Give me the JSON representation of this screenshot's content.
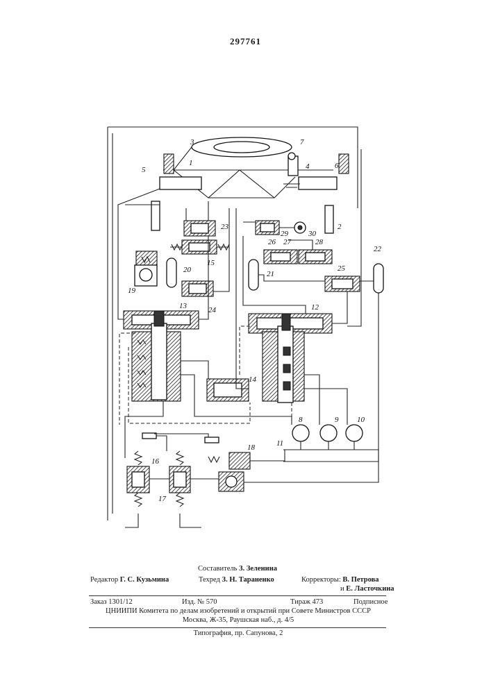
{
  "patent_number": "297761",
  "labels": [
    "1",
    "2",
    "3",
    "4",
    "5",
    "6",
    "7",
    "8",
    "9",
    "10",
    "11",
    "12",
    "13",
    "14",
    "15",
    "16",
    "17",
    "18",
    "19",
    "20",
    "21",
    "22",
    "23",
    "24",
    "25",
    "26",
    "27",
    "28",
    "29",
    "30"
  ],
  "colophon": {
    "compiler_label": "Составитель",
    "compiler_name": "З. Зеленина",
    "editor_label": "Редактор",
    "editor_name": "Г. С. Кузьмина",
    "techred_label": "Техред",
    "techred_name": "З. Н. Тараненко",
    "correctors_label": "Корректоры:",
    "corrector1": "В. Петрова",
    "corrector2_prefix": "и",
    "corrector2": "Е. Ласточкина",
    "order": "Заказ 1301/12",
    "edition": "Изд. № 570",
    "circulation": "Тираж 473",
    "subscription": "Подписное",
    "org_line1": "ЦНИИПИ Комитета по делам изобретений и открытий при Совете Министров СССР",
    "org_line2": "Москва, Ж-35, Раушская наб., д. 4/5",
    "printer": "Типография, пр. Сапунова, 2"
  }
}
